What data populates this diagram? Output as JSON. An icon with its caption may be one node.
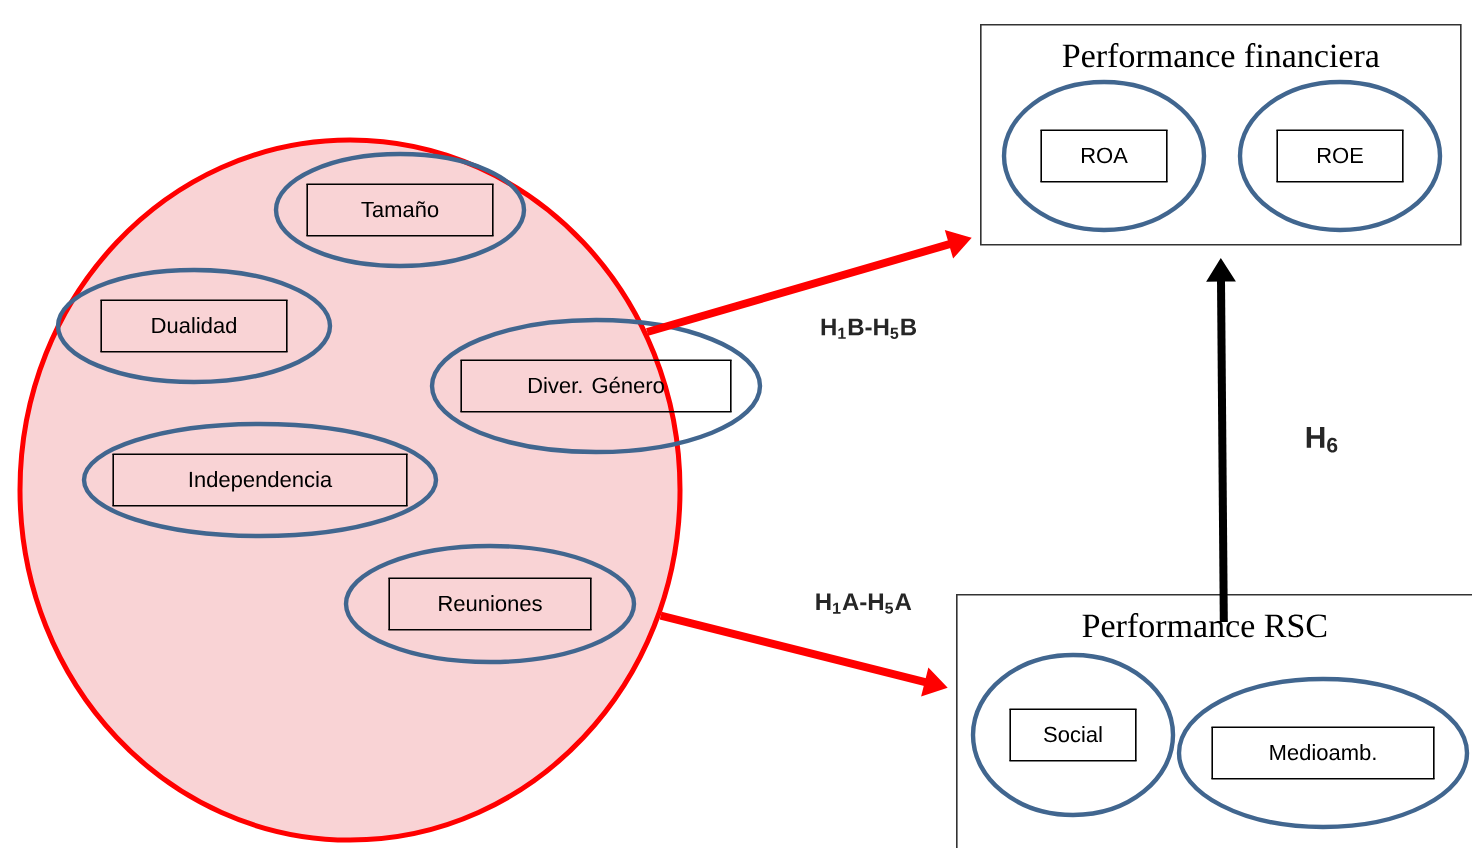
{
  "diagram": {
    "nodes": [
      {
        "text": [],
        "shape": "circle"
      },
      {
        "text": [
          "Tamaño"
        ],
        "in": 0
      },
      {
        "text": [
          "Dualidad"
        ],
        "in": 0
      },
      {
        "text": [
          "Diver. Género"
        ]
      },
      {
        "text": [
          "Independencia"
        ],
        "in": 0
      },
      {
        "text": [
          "Reuniones"
        ],
        "in": 0
      },
      {
        "text": [
          "Performance financiera"
        ]
      },
      {
        "text": [
          "ROA"
        ],
        "in": 6
      },
      {
        "text": [
          "ROE"
        ],
        "in": 6
      },
      {
        "text": [
          "Performance RSC"
        ]
      },
      {
        "text": [
          "Social"
        ],
        "in": 9
      },
      {
        "text": [
          "Medioamb."
        ],
        "in": 9
      }
    ],
    "edges": [
      {
        "from": 0,
        "to": 6,
        "arrow": "to",
        "label": "H$_{1}$B-H$_{5}$B"
      },
      {
        "from": 0,
        "to": 9,
        "arrow": "to",
        "label": "H$_{1}$A-H$_{5}$A"
      },
      {
        "from": 9,
        "to": 6,
        "arrow": "to",
        "label": "H$_{6}$",
        "color": "#000000"
      }
    ]
  }
}
